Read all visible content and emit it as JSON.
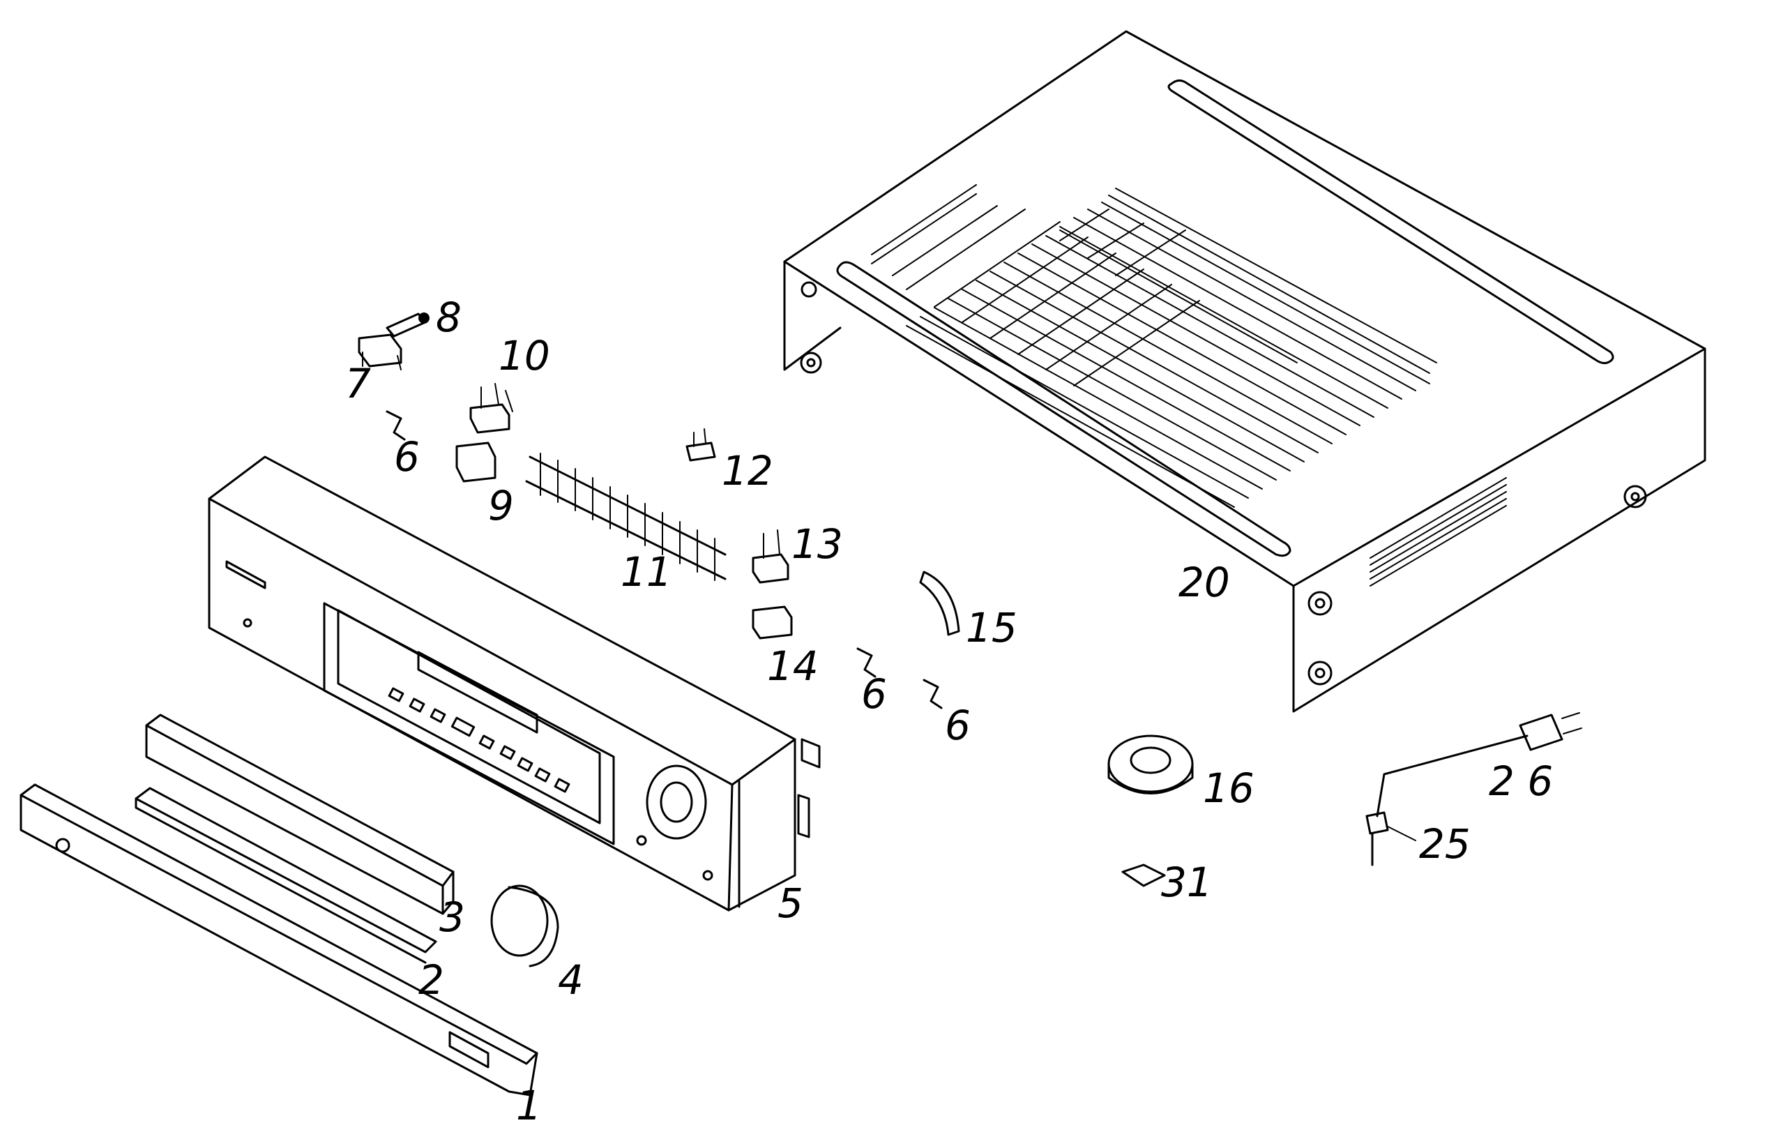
{
  "callouts": {
    "p1": "1",
    "p2": "2",
    "p3": "3",
    "p4": "4",
    "p5": "5",
    "p6a": "6",
    "p6b": "6",
    "p6c": "6",
    "p7": "7",
    "p8": "8",
    "p9": "9",
    "p10": "10",
    "p11": "11",
    "p12": "12",
    "p13": "13",
    "p14": "14",
    "p15": "15",
    "p16": "16",
    "p20": "20",
    "p25": "25",
    "p26": "2 6",
    "p31": "31"
  },
  "colors": {
    "line": "#000000",
    "background": "#ffffff"
  }
}
